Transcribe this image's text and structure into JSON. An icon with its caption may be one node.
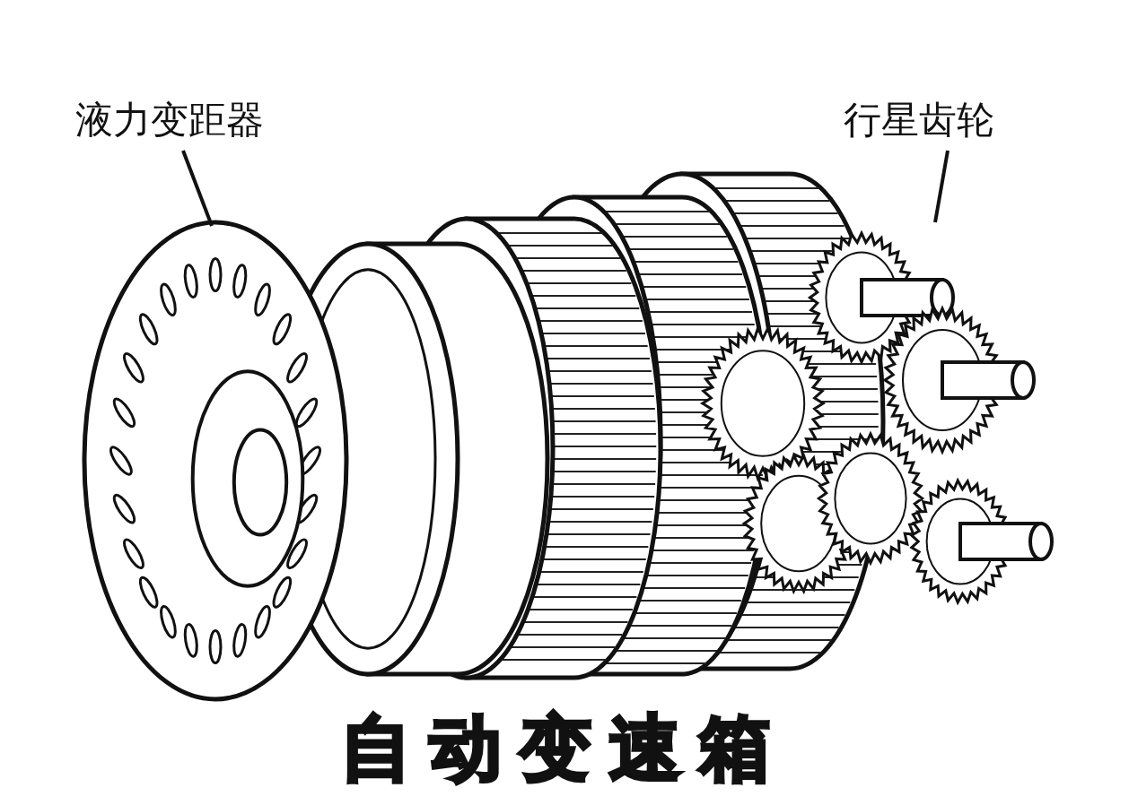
{
  "diagram": {
    "caption": "自动变速箱",
    "nodes": [
      {
        "text": [
          "液力变距器"
        ]
      },
      {
        "text": [],
        "shape": "picture"
      },
      {
        "text": [
          "行星齿轮"
        ]
      },
      {
        "text": [],
        "shape": "picture"
      }
    ],
    "edges": [
      {
        "from": 0,
        "to": 1,
        "arrow": "none"
      },
      {
        "from": 2,
        "to": 3,
        "arrow": "none"
      }
    ]
  }
}
